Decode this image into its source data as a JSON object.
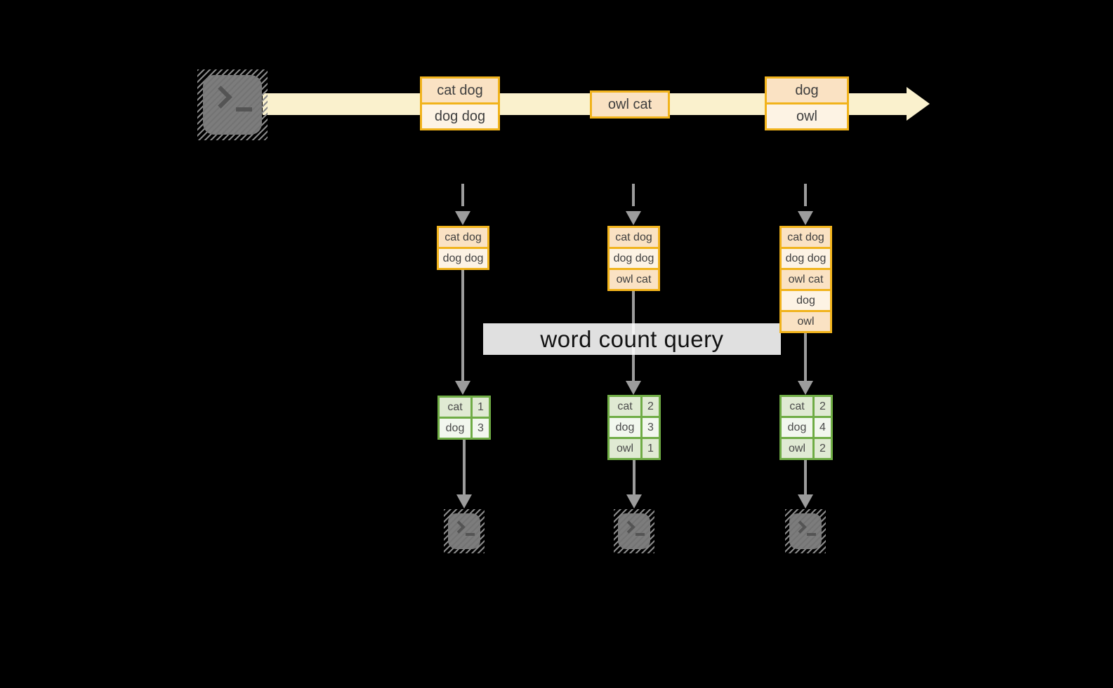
{
  "title": {
    "text": "word count query"
  },
  "stream": {
    "batches": [
      {
        "cells": [
          "cat dog",
          "dog dog"
        ]
      },
      {
        "cells": [
          "owl cat"
        ]
      },
      {
        "cells": [
          "dog",
          "owl"
        ]
      }
    ]
  },
  "states": [
    {
      "cells": [
        "cat dog",
        "dog dog"
      ]
    },
    {
      "cells": [
        "cat dog",
        "dog dog",
        "owl cat"
      ]
    },
    {
      "cells": [
        "cat dog",
        "dog dog",
        "owl cat",
        "dog",
        "owl"
      ]
    }
  ],
  "results": [
    {
      "rows": [
        {
          "word": "cat",
          "count": "1"
        },
        {
          "word": "dog",
          "count": "3"
        }
      ]
    },
    {
      "rows": [
        {
          "word": "cat",
          "count": "2"
        },
        {
          "word": "dog",
          "count": "3"
        },
        {
          "word": "owl",
          "count": "1"
        }
      ]
    },
    {
      "rows": [
        {
          "word": "cat",
          "count": "2"
        },
        {
          "word": "dog",
          "count": "4"
        },
        {
          "word": "owl",
          "count": "2"
        }
      ]
    }
  ],
  "colors": {
    "accent_gold": "#F1B31C",
    "stream_cream": "#FAF1CD",
    "record_peach_dark": "#FAE2C3",
    "record_peach_light": "#FDF3E4",
    "result_green_border": "#6FAC45",
    "result_green_dark": "#E0EAD3",
    "result_green_light": "#F2F7EE",
    "arrow_gray": "#9C9C9C"
  }
}
